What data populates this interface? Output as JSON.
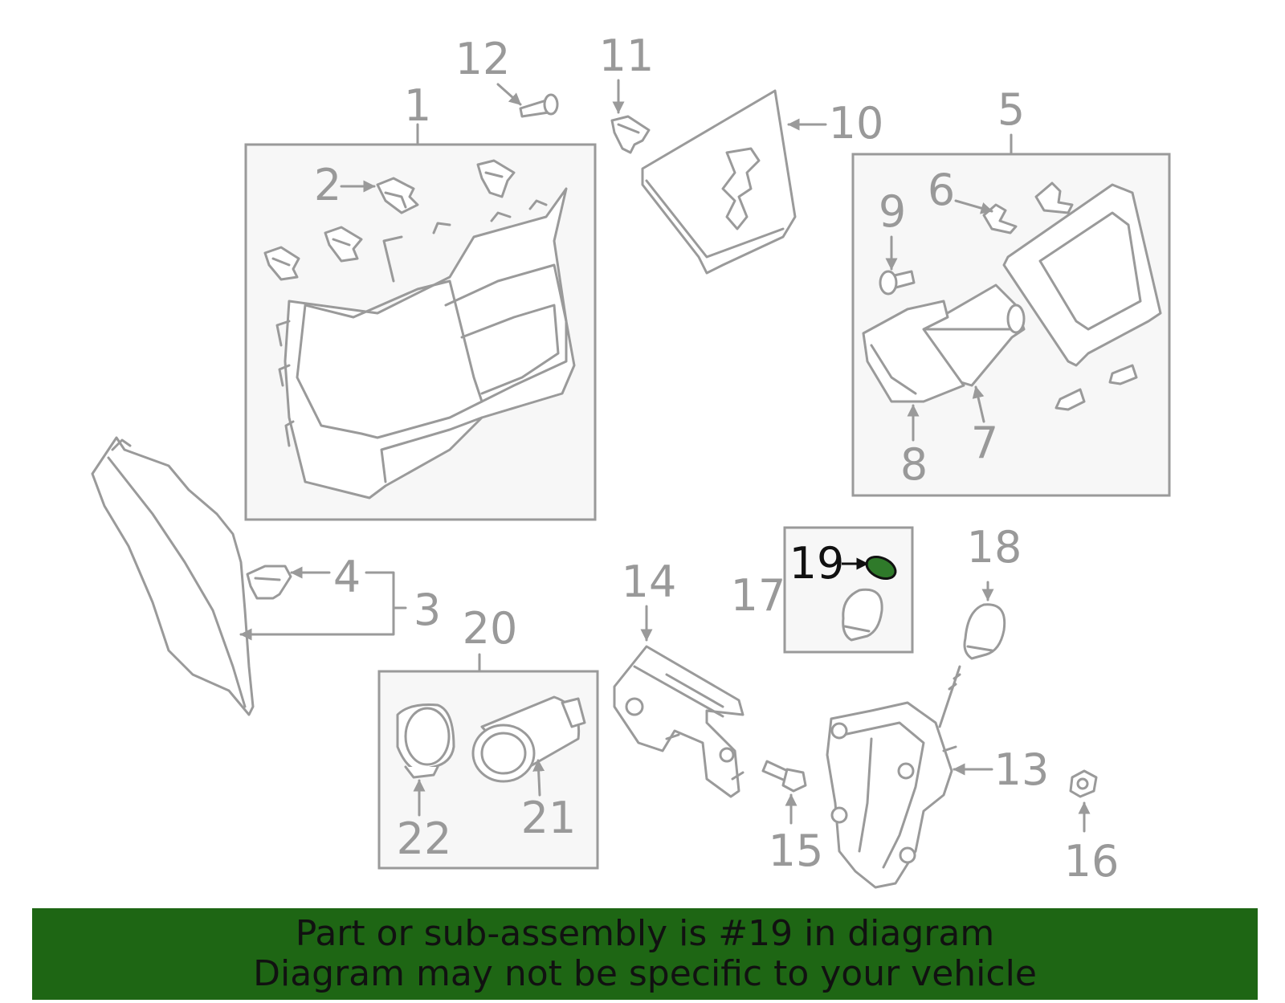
{
  "diagram": {
    "callouts": {
      "c1": "1",
      "c2": "2",
      "c3": "3",
      "c4": "4",
      "c5": "5",
      "c6": "6",
      "c7": "7",
      "c8": "8",
      "c9": "9",
      "c10": "10",
      "c11": "11",
      "c12": "12",
      "c13": "13",
      "c14": "14",
      "c15": "15",
      "c16": "16",
      "c17": "17",
      "c18": "18",
      "c19": "19",
      "c20": "20",
      "c21": "21",
      "c22": "22"
    },
    "highlighted_part": "19",
    "highlight_color": "#1e6614",
    "line_color": "#9a9a9a"
  },
  "banner": {
    "line1": "Part or sub-assembly is #19 in diagram",
    "line2": "Diagram may not be specific to your vehicle",
    "background": "#1e6614"
  }
}
